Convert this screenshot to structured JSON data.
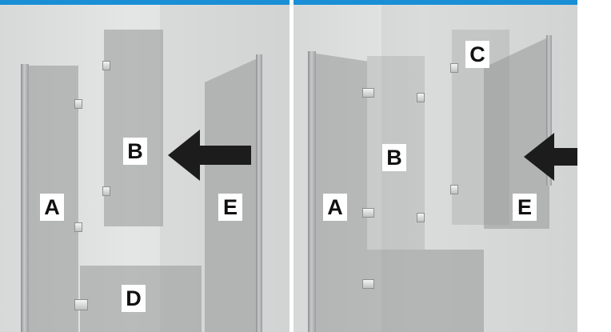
{
  "labels": {
    "left": {
      "a": "A",
      "b": "B",
      "d": "D",
      "e": "E"
    },
    "right": {
      "a": "A",
      "b": "B",
      "c": "C",
      "e": "E"
    }
  },
  "colors": {
    "accent_bar": "#1a8fd6",
    "arrow": "#1c1c1c",
    "glass": "#96989a"
  },
  "icons": {
    "arrow": "arrow-left-icon",
    "hinge": "hinge-icon"
  }
}
